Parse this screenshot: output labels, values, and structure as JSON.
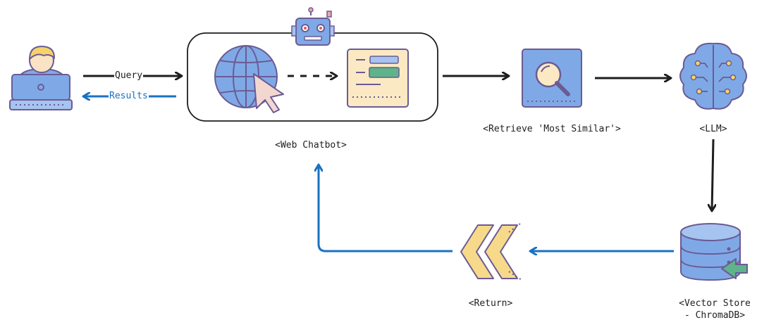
{
  "nodes": {
    "web_chatbot": "<Web Chatbot>",
    "retrieve": "<Retrieve 'Most Similar'>",
    "llm": "<LLM>",
    "vector_store_line1": "<Vector Store",
    "vector_store_line2": "- ChromaDB>",
    "return": "<Return>"
  },
  "edges": {
    "query": "Query",
    "results": "Results"
  },
  "icons": {
    "user": "user-laptop-icon",
    "robot": "robot-icon",
    "globe": "globe-cursor-icon",
    "webpage": "webpage-icon",
    "search": "magnifier-icon",
    "brain": "brain-circuit-icon",
    "database": "database-icon",
    "return": "chevron-return-icon"
  },
  "colors": {
    "black_arrow": "#1e1e1e",
    "blue_arrow": "#1971c2",
    "icon_blue": "#7fa9e6",
    "icon_outline": "#6b5b95",
    "icon_cream": "#fbe9c4",
    "icon_yellow": "#f7d98a",
    "icon_green": "#5fb38a",
    "user_hair": "#f6d36a",
    "user_skin": "#f9e3c4"
  }
}
